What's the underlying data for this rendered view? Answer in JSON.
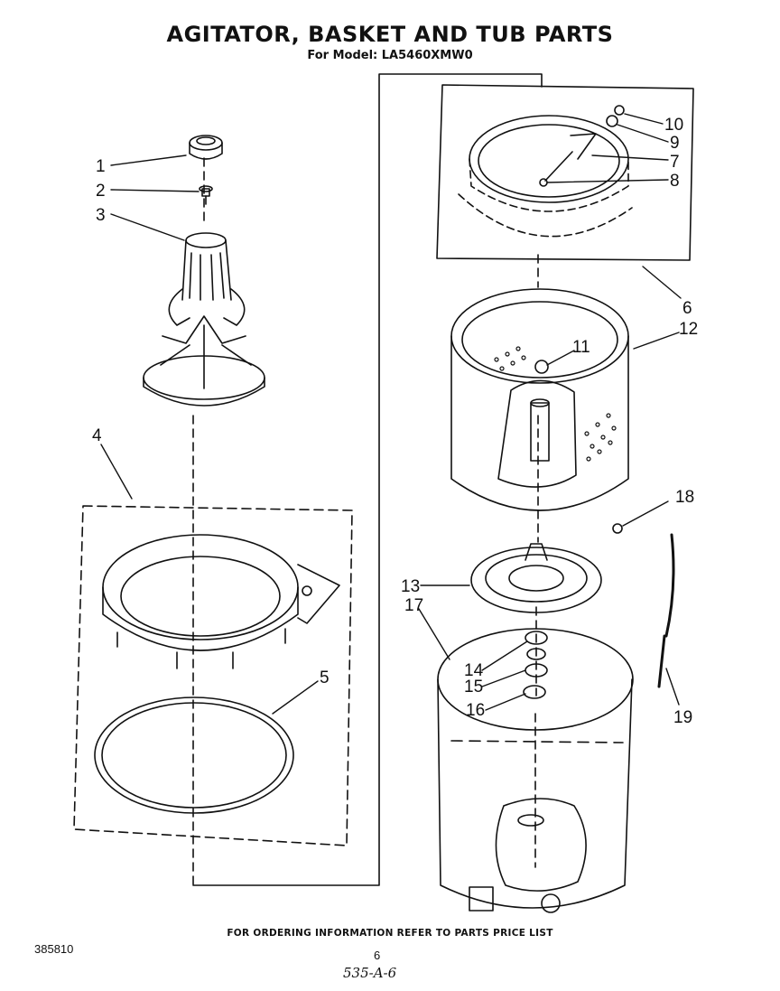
{
  "header": {
    "title": "AGITATOR, BASKET AND TUB PARTS",
    "model_line": "For Model: LA5460XMW0"
  },
  "callouts": [
    "1",
    "2",
    "3",
    "4",
    "5",
    "6",
    "7",
    "8",
    "9",
    "10",
    "11",
    "12",
    "13",
    "14",
    "15",
    "16",
    "17",
    "18",
    "19"
  ],
  "footer": {
    "ordering_note": "FOR ORDERING INFORMATION REFER TO PARTS PRICE LIST",
    "document_number": "385810",
    "page_number": "6",
    "handwritten_code": "535-A-6"
  }
}
